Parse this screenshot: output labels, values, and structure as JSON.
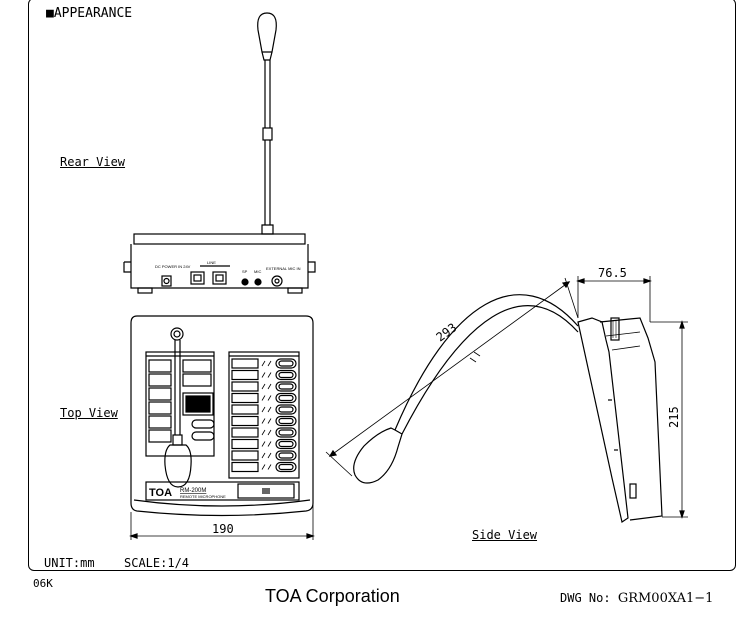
{
  "drawing": {
    "heading": "■APPEARANCE",
    "views": {
      "rear": "Rear View",
      "top": "Top View",
      "side": "Side View"
    },
    "dimensions": {
      "width": "190",
      "height": "215",
      "depth": "76.5",
      "gooseneck": "293"
    },
    "rear_panel": {
      "dc_power": "DC POWER IN 24V",
      "line": "LINE",
      "sp": "SP",
      "mic": "MIC",
      "external": "EXTERNAL MIC IN"
    },
    "top_panel": {
      "brand": "TOA",
      "model": "RM-200M",
      "subtitle": "REMOTE MICROPHONE"
    }
  },
  "footer": {
    "unit": "UNIT:mm",
    "scale": "SCALE:1/4",
    "revision": "06K",
    "company": "TOA Corporation",
    "dwg_label": "DWG No:",
    "dwg_number": "GRM00XA1−1"
  },
  "colors": {
    "line": "#000000",
    "background": "#ffffff"
  }
}
